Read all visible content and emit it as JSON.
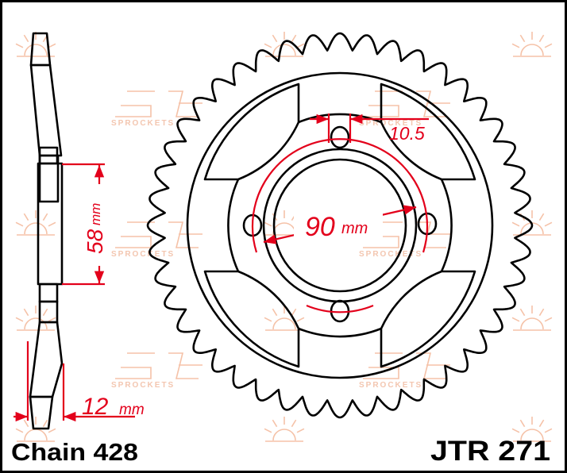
{
  "drawing": {
    "teeth": 44,
    "colors": {
      "outline": "#000000",
      "dimension": "#e3001b",
      "watermark": "#f5c2a8",
      "background": "#ffffff"
    }
  },
  "labels": {
    "bolt_hole_dim": "10.5",
    "pcd_value": "90",
    "pcd_unit": "mm",
    "offset_value": "58",
    "offset_unit": "mm",
    "thickness_value": "12",
    "thickness_unit": "mm",
    "chain": "Chain 428",
    "part_number": "JTR 271"
  },
  "watermark": {
    "text": "SPROCKETS",
    "logo": "JT sprockets sun logo"
  }
}
